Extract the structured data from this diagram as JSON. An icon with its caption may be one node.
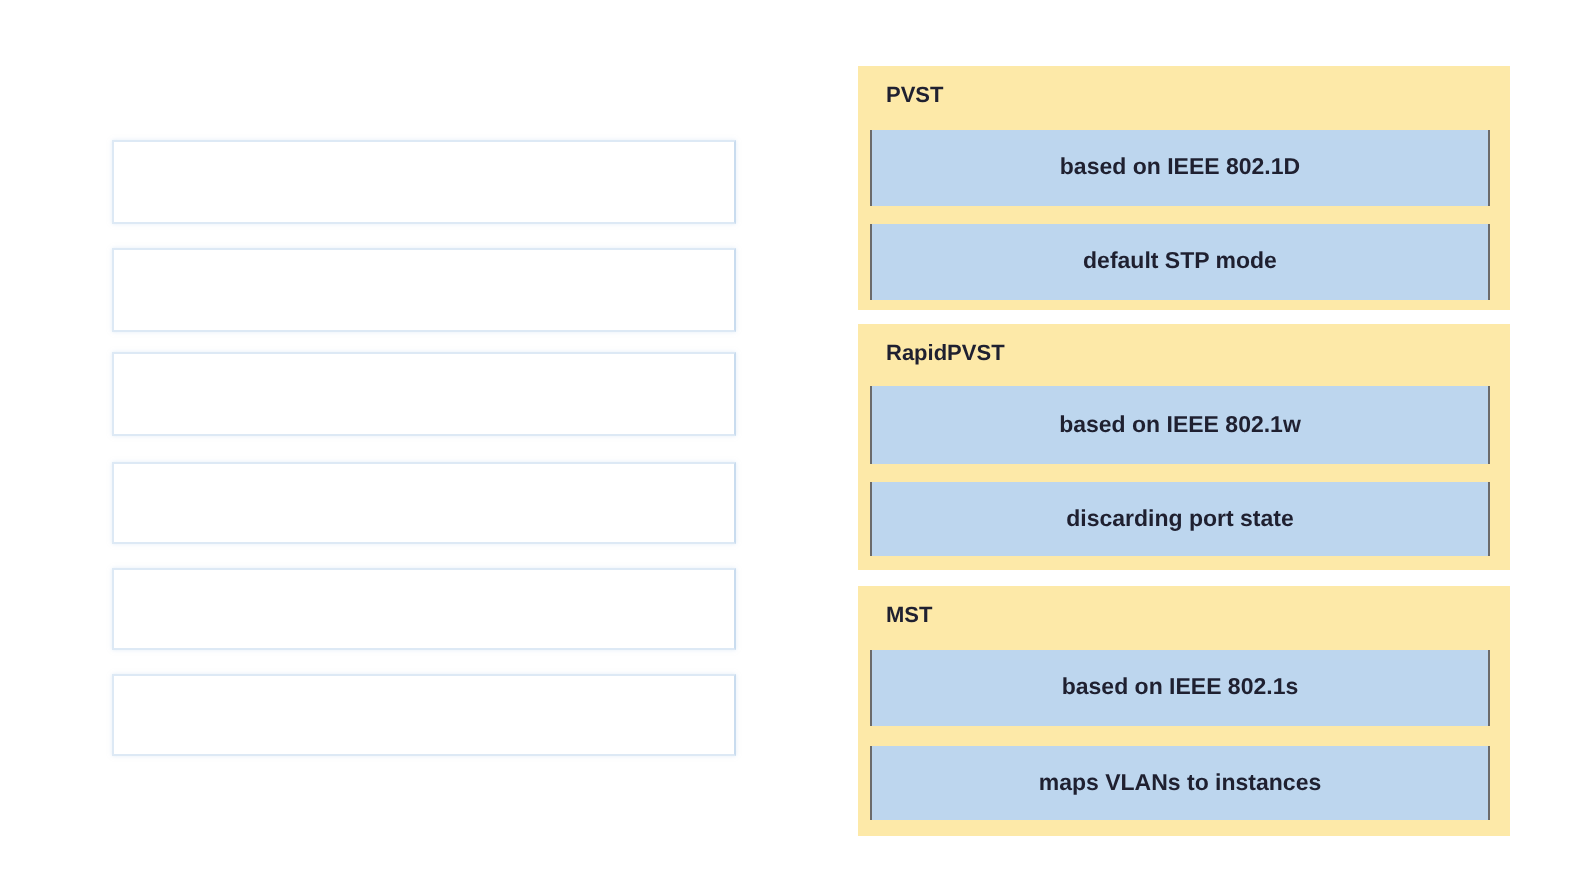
{
  "diagram": {
    "nodes": [
      {
        "text": [],
        "shape": "box"
      },
      {
        "text": [],
        "shape": "box"
      },
      {
        "text": [],
        "shape": "box"
      },
      {
        "text": [],
        "shape": "box"
      },
      {
        "text": [],
        "shape": "box"
      },
      {
        "text": [],
        "shape": "box"
      },
      {
        "text": [
          "PVST"
        ]
      },
      {
        "text": [
          "based on IEEE 802.1D"
        ],
        "in": 6
      },
      {
        "text": [
          "default STP mode"
        ],
        "in": 6
      },
      {
        "text": [
          "RapidPVST"
        ]
      },
      {
        "text": [
          "based on IEEE 802.1w"
        ],
        "in": 9
      },
      {
        "text": [
          "discarding port state"
        ],
        "in": 9
      },
      {
        "text": [
          "MST"
        ]
      },
      {
        "text": [
          "based on IEEE 802.1s"
        ],
        "in": 12
      },
      {
        "text": [
          "maps VLANs to instances"
        ],
        "in": 12
      }
    ]
  }
}
